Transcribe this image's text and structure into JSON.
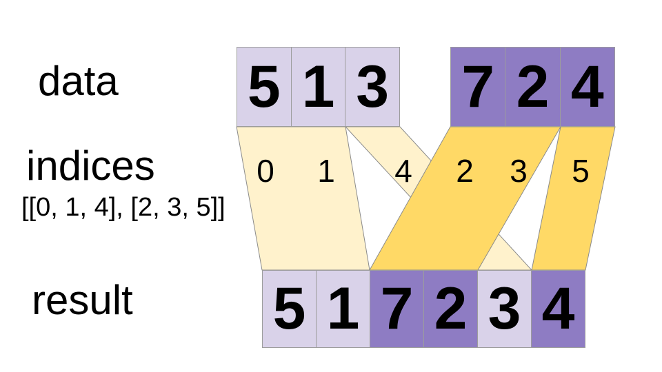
{
  "labels": {
    "data": "data",
    "indices": "indices",
    "indices_literal": "[[0, 1, 4], [2, 3, 5]]",
    "result": "result"
  },
  "colors": {
    "light_purple": "#d9d2e9",
    "dark_purple": "#8e7cc3",
    "light_yellow": "#fff2cc",
    "gold": "#ffd966",
    "outline": "#8b8b8b"
  },
  "data": {
    "group1": {
      "shade": "light",
      "values": [
        "5",
        "1",
        "3"
      ]
    },
    "group2": {
      "shade": "dark",
      "values": [
        "7",
        "2",
        "4"
      ]
    }
  },
  "indices": {
    "values": [
      "0",
      "1",
      "4",
      "2",
      "3",
      "5"
    ]
  },
  "result": {
    "cells": [
      {
        "value": "5",
        "shade": "light"
      },
      {
        "value": "1",
        "shade": "light"
      },
      {
        "value": "7",
        "shade": "dark"
      },
      {
        "value": "2",
        "shade": "dark"
      },
      {
        "value": "3",
        "shade": "light"
      },
      {
        "value": "4",
        "shade": "dark"
      }
    ]
  }
}
